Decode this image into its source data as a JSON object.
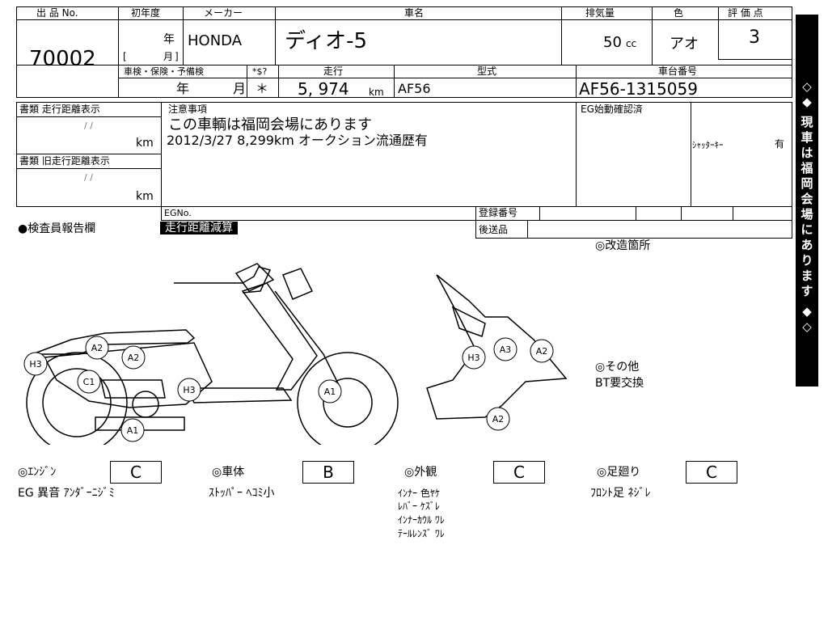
{
  "header": {
    "lot_label": "出 品 No.",
    "year_label": "初年度",
    "maker_label": "メーカー",
    "car_name_label": "車名",
    "displacement_label": "排気量",
    "color_label": "色",
    "score_label": "評 価 点"
  },
  "vehicle": {
    "lot_no": "70002",
    "year_unit": "年",
    "month_unit": "月",
    "bracket_open": "[",
    "bracket_close": "]",
    "maker": "HONDA",
    "name": "ディオ-5",
    "displacement": "50",
    "displacement_unit": "cc",
    "color": "アオ",
    "score": "3"
  },
  "row2": {
    "inspection_label": "車検・保険・予備検",
    "recycle_label": "*$?",
    "mileage_label": "走行",
    "model_label": "型式",
    "chassis_label": "車台番号",
    "insp_year": "年",
    "insp_month": "月",
    "recycle_value": "＊",
    "mileage": "5, 974",
    "mileage_unit": "km",
    "model": "AF56",
    "chassis": "AF56-1315059"
  },
  "docs": {
    "doc1_label": "書類 走行距離表示",
    "doc1_slashes": "/ /",
    "doc1_unit": "km",
    "doc2_label": "書類 旧走行距離表示",
    "doc2_slashes": "/ /",
    "doc2_unit": "km"
  },
  "notes": {
    "label": "注意事項",
    "line1": "この車輌は福岡会場にあります",
    "line2": "2012/3/27  8,299km  オークション流通歴有"
  },
  "engine_check": {
    "label": "EG始動確認済",
    "shutter_label": "ｼｬｯﾀｰｷｰ",
    "shutter_value": "有"
  },
  "bottom_row": {
    "eg_no_label": "EGNo.",
    "registration_label": "登録番号",
    "delivery_label": "後送品"
  },
  "inspector": {
    "label": "●検査員報告欄",
    "badge": "走行距離減算"
  },
  "remarks": {
    "modified_label": "◎改造箇所",
    "other_label": "◎その他",
    "other_value": "BT要交換"
  },
  "side_banner": {
    "top_marks": "◇◆",
    "text": "現車は福岡会場にあります",
    "bottom_marks": "◆◇"
  },
  "diagram_tags": {
    "left": [
      "A2",
      "A2",
      "H3",
      "C1",
      "H3",
      "A1",
      "A1"
    ],
    "right": [
      "H3",
      "A3",
      "A2",
      "A2"
    ]
  },
  "grades": {
    "engine_label": "◎ｴﾝｼﾞﾝ",
    "engine_grade": "C",
    "body_label": "◎車体",
    "body_grade": "B",
    "exterior_label": "◎外観",
    "exterior_grade": "C",
    "suspension_label": "◎足廻り",
    "suspension_grade": "C"
  },
  "grade_notes": {
    "engine": "EG 異音 ｱﾝﾀﾞｰﾆｼﾞﾐ",
    "body": "ｽﾄｯﾊﾟｰ ﾍｺﾐ小",
    "exterior": [
      "ｲﾝﾅｰ 色ﾔｹ",
      "ﾚﾊﾞｰ ｹｽﾞﾚ",
      "ｲﾝﾅｰｶｳﾙ ﾜﾚ",
      "ﾃｰﾙﾚﾝｽﾞ ﾜﾚ"
    ],
    "suspension": "ﾌﾛﾝﾄ足 ﾈｼﾞﾚ"
  }
}
